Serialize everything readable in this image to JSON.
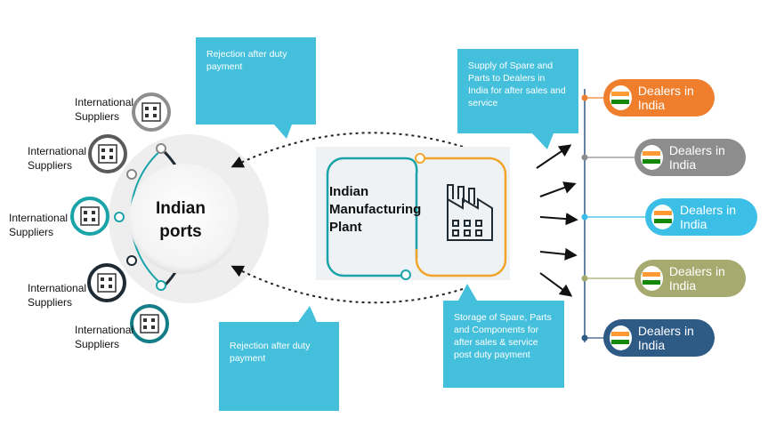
{
  "ports": {
    "label": "Indian\nports"
  },
  "plant": {
    "label": "Indian\nManufacturing\nPlant"
  },
  "suppliers": [
    {
      "label": "International\nSuppliers"
    },
    {
      "label": "International\nSuppliers"
    },
    {
      "label": "International\nSuppliers"
    },
    {
      "label": "International\nSuppliers"
    },
    {
      "label": "International\nSuppliers"
    }
  ],
  "callouts": {
    "rejection_top": "Rejection after duty payment",
    "rejection_bottom": "Rejection after duty payment",
    "supply": "Supply of Spare and Parts to Dealers in India for after sales and service",
    "storage": "Storage of Spare, Parts and Components for after sales & service post duty payment"
  },
  "dealers": [
    {
      "label": "Dealers in India",
      "color": "#ef7f2d"
    },
    {
      "label": "Dealers in India",
      "color": "#8d8d8d"
    },
    {
      "label": "Dealers in India",
      "color": "#3cbfe6"
    },
    {
      "label": "Dealers in India",
      "color": "#a6aa6e"
    },
    {
      "label": "Dealers in India",
      "color": "#2e5a86"
    }
  ],
  "colors": {
    "callout": "#45c0dc",
    "teal": "#1aa3a8",
    "orange": "#f2a52a",
    "dark": "#1f2a33"
  },
  "icons": {
    "supplier": "building-grid-icon",
    "plant": "factory-icon",
    "flag": "india-flag-icon"
  }
}
